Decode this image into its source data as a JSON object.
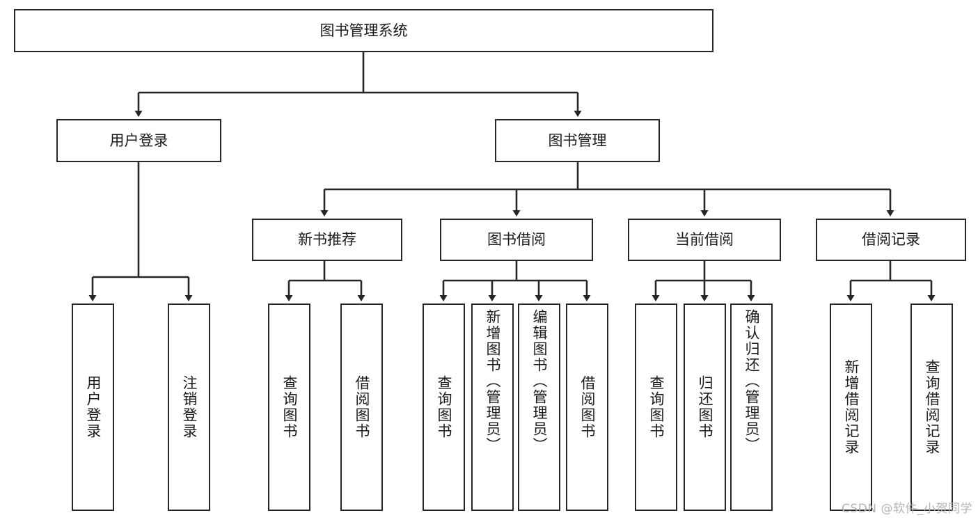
{
  "diagram": {
    "title": "图书管理系统",
    "type": "hierarchy-tree",
    "colors": {
      "box_border": "#262626",
      "box_fill": "#ffffff",
      "text": "#1a1a1a",
      "background": "#ffffff",
      "watermark": "#b5b5b5"
    },
    "root": {
      "label": "图书管理系统"
    },
    "level2": [
      {
        "label": "用户登录"
      },
      {
        "label": "图书管理"
      }
    ],
    "level3": [
      {
        "label": "新书推荐"
      },
      {
        "label": "图书借阅"
      },
      {
        "label": "当前借阅"
      },
      {
        "label": "借阅记录"
      }
    ],
    "leaves_user_login": [
      {
        "label": "用户登录"
      },
      {
        "label": "注销登录"
      }
    ],
    "leaves_new_book": [
      {
        "label": "查询图书"
      },
      {
        "label": "借阅图书"
      }
    ],
    "leaves_borrow": [
      {
        "label": "查询图书"
      },
      {
        "label": "新增图书（管理员）"
      },
      {
        "label": "编辑图书（管理员）"
      },
      {
        "label": "借阅图书"
      }
    ],
    "leaves_current": [
      {
        "label": "查询图书"
      },
      {
        "label": "归还图书"
      },
      {
        "label": "确认归还（管理员）"
      }
    ],
    "leaves_records": [
      {
        "label": "新增借阅记录"
      },
      {
        "label": "查询借阅记录"
      }
    ]
  },
  "watermark": {
    "text": "CSDN @软件_小贺同学"
  }
}
